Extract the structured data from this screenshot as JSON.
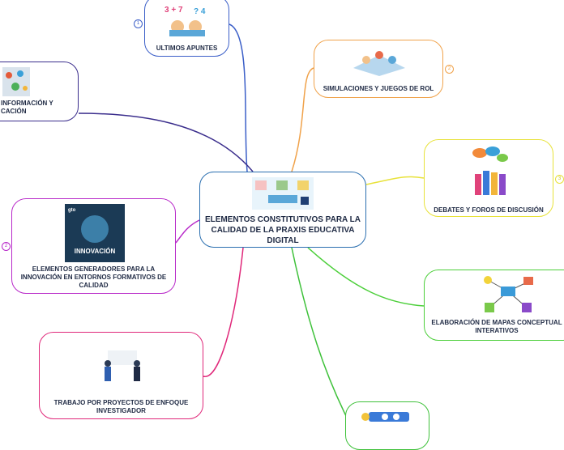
{
  "center": {
    "title": "ELEMENTOS CONSTITUTIVOS PARA LA CALIDAD DE LA PRAXIS EDUCATIVA DIGITAL"
  },
  "nodes": {
    "ultimos": {
      "label": "ULTIMOS APUNTES",
      "num": "1",
      "color": "#3b5fc8"
    },
    "tic": {
      "label": "INFORMACIÓN Y\nCACIÓN",
      "color": "#3a2d8c"
    },
    "simulaciones": {
      "label": "SIMULACIONES Y JUEGOS DE ROL",
      "num": "2",
      "color": "#f0a24a"
    },
    "debates": {
      "label": "DEBATES Y FOROS DE DISCUSIÓN",
      "num": "3",
      "color": "#e8e23a"
    },
    "innovacion": {
      "label": "ELEMENTOS GENERADORES PARA LA INNOVACIÓN EN ENTORNOS FORMATIVOS DE CALIDAD",
      "num": "2",
      "color": "#b829c9",
      "image_text": {
        "title": "INNOVACIÓN",
        "logo": "gto"
      }
    },
    "mapas": {
      "label": "ELABORACIÓN DE MAPAS CONCEPTUAL INTERATIVOS",
      "color": "#4ccf3a"
    },
    "proyectos": {
      "label": "TRABAJO POR PROYECTOS DE ENFOQUE INVESTIGADOR",
      "color": "#e0287a"
    },
    "bottom": {
      "color": "#3ec13a"
    }
  },
  "colors": {
    "center_border": "#2b6fb0"
  }
}
